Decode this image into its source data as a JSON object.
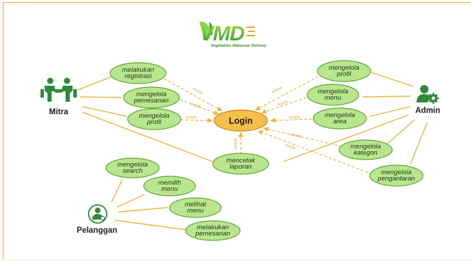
{
  "logo": {
    "wordmark": "VMD",
    "tagline": "Vegetables Makassar Delivery"
  },
  "actors": {
    "mitra": "Mitra",
    "admin": "Admin",
    "pelanggan": "Pelanggan"
  },
  "login": "Login",
  "include_label": "include",
  "use_cases": {
    "mitra": [
      {
        "id": "melakukan-registrasi",
        "lines": [
          "melakukan",
          "registrasi"
        ]
      },
      {
        "id": "mengelola-pemesanan",
        "lines": [
          "mengelola",
          "pemesanan"
        ]
      },
      {
        "id": "mengelola-profil-mitra",
        "lines": [
          "mengelola",
          "profil"
        ]
      }
    ],
    "admin": [
      {
        "id": "mengelola-profil-admin",
        "lines": [
          "mengelola",
          "profil"
        ]
      },
      {
        "id": "mengelola-menu",
        "lines": [
          "mengelola",
          "menu"
        ]
      },
      {
        "id": "mengelola-area",
        "lines": [
          "mengelola",
          "area"
        ]
      },
      {
        "id": "mengelola-kategori",
        "lines": [
          "mengelola",
          "kategori"
        ]
      },
      {
        "id": "mengelola-pengantaran",
        "lines": [
          "mengelola",
          "pengantaran"
        ]
      }
    ],
    "shared": [
      {
        "id": "mencetak-laporan",
        "lines": [
          "mencetak",
          "laporan"
        ]
      }
    ],
    "pelanggan": [
      {
        "id": "mengelola-search",
        "lines": [
          "mengelola",
          "search"
        ]
      },
      {
        "id": "memilih-menu",
        "lines": [
          "memilih",
          "menu"
        ]
      },
      {
        "id": "melihat-menu",
        "lines": [
          "melihat",
          "menu"
        ]
      },
      {
        "id": "melakukan-pemesanan",
        "lines": [
          "melakukan",
          "pemesanan"
        ]
      }
    ]
  },
  "colors": {
    "frame": "#f5b335",
    "usecase_fill": "#b9e58f",
    "usecase_stroke": "#5ea82e",
    "login_fill": "#f6be4a",
    "login_stroke": "#d2901c",
    "line": "#f0b23c",
    "actor": "#2e8b3a"
  }
}
